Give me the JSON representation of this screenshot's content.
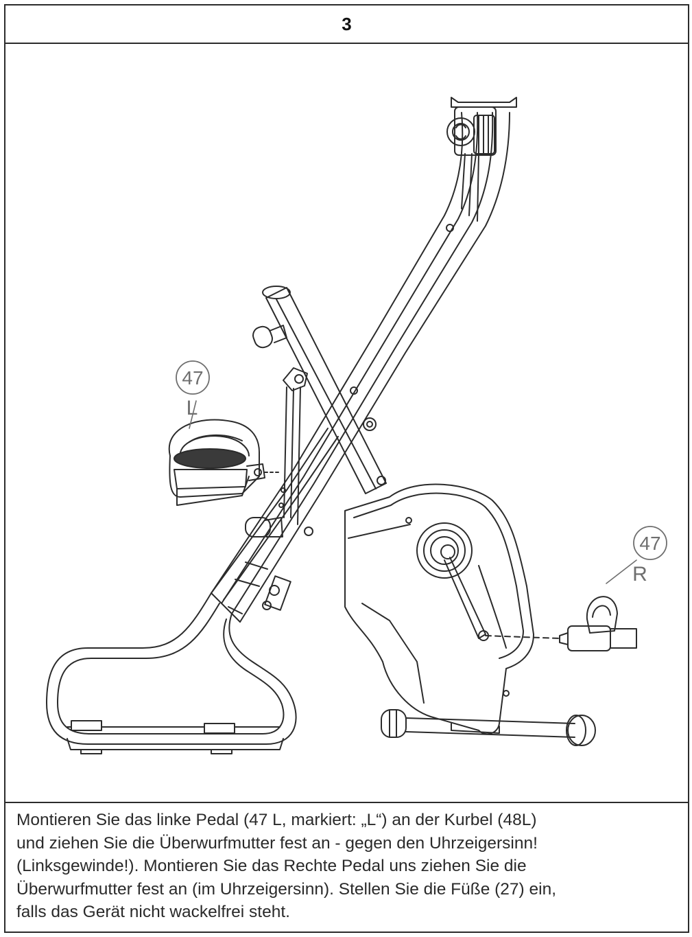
{
  "step": {
    "number": "3"
  },
  "illustration": {
    "callouts": [
      {
        "part_number": "47",
        "side": "L"
      },
      {
        "part_number": "47",
        "side": "R"
      }
    ]
  },
  "instructions": {
    "lines": [
      "Montieren Sie das linke Pedal (47 L, markiert: „L“) an der Kurbel (48L)",
      "und ziehen Sie die Überwurfmutter fest an - gegen den Uhrzeigersinn!",
      "(Linksgewinde!). Montieren Sie das Rechte Pedal uns ziehen Sie die",
      "Überwurfmutter fest an (im Uhrzeigersinn). Stellen Sie die Füße (27) ein,",
      "falls das Gerät nicht wackelfrei steht."
    ]
  },
  "colors": {
    "line": "#2b2b2b",
    "callout": "#6e6e6e",
    "text": "#2a2a2a"
  }
}
